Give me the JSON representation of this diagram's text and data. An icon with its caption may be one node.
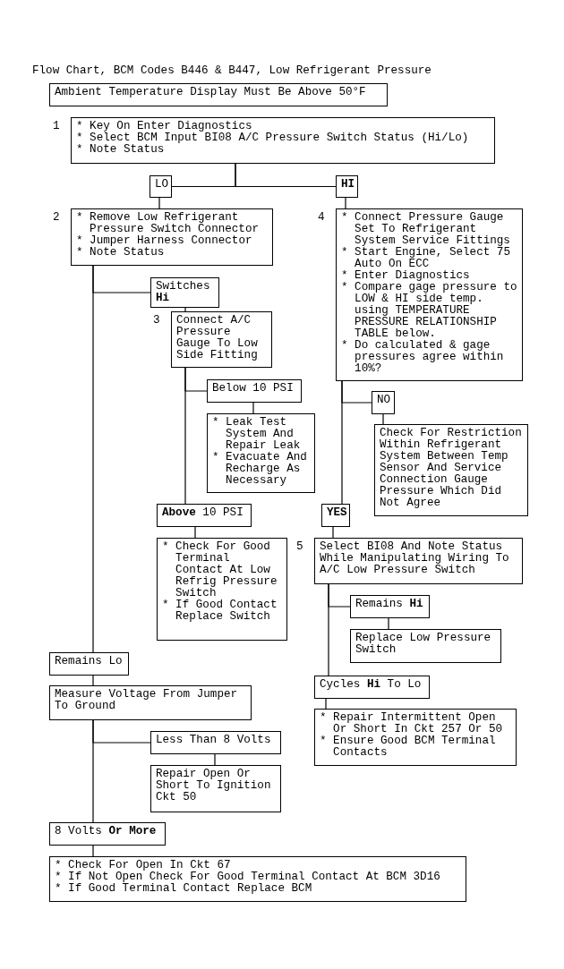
{
  "diagram": {
    "title": "Flow Chart, BCM Codes B446 & B447, Low Refrigerant Pressure",
    "nodes": [
      {
        "text": [
          "Ambient Temperature Display Must Be Above 50°F"
        ]
      },
      {
        "text": [
          "* Key On Enter Diagnostics",
          "* Select BCM Input BI08 A/C Pressure Switch Status (Hi/Lo)",
          "* Note Status"
        ],
        "beside": [
          "1"
        ]
      },
      {
        "text": [
          "LO"
        ]
      },
      {
        "text": [
          "HI"
        ]
      },
      {
        "text": [
          "* Remove Low Refrigerant Pressure Switch Connector",
          "* Jumper Harness Connector",
          "* Note Status"
        ],
        "beside": [
          "2"
        ]
      },
      {
        "text": [
          "Switches **Hi**"
        ]
      },
      {
        "text": [
          "Connect A/C Pressure Gauge To Low Side Fitting"
        ],
        "beside": [
          "3"
        ]
      },
      {
        "text": [
          "Below 10 PSI"
        ]
      },
      {
        "text": [
          "* Leak Test System And Repair Leak",
          "* Evacuate And Recharge As Necessary"
        ]
      },
      {
        "text": [
          "**Above** 10 PSI"
        ]
      },
      {
        "text": [
          "* Check For Good Terminal Contact At Low Refrig Pressure Switch",
          "* If Good Contact Replace Switch"
        ]
      },
      {
        "text": [
          "* Connect Pressure Gauge Set To Refrigerant System Service Fittings",
          "* Start Engine, Select 75 Auto On ECC",
          "* Enter Diagnostics",
          "* Compare gage pressure to LOW & HI side temp. using TEMPERATURE PRESSURE RELATIONSHIP TABLE below.",
          "* Do calculated & gage pressures agree within 10%?"
        ],
        "beside": [
          "4"
        ]
      },
      {
        "text": [
          "NO"
        ]
      },
      {
        "text": [
          "Check For Restriction Within Refrigerant System Between Temp Sensor And Service Connection Gauge Pressure Which Did Not Agree"
        ]
      },
      {
        "text": [
          "YES"
        ]
      },
      {
        "text": [
          "Select BI08 And Note Status While Manipulating Wiring To A/C Low Pressure Switch"
        ],
        "beside": [
          "5"
        ]
      },
      {
        "text": [
          "Remains **Hi**"
        ]
      },
      {
        "text": [
          "Replace Low Pressure Switch"
        ]
      },
      {
        "text": [
          "Cycles **Hi** To Lo"
        ]
      },
      {
        "text": [
          "* Repair Intermittent Open Or Short In Ckt 257 Or 50",
          "* Ensure Good BCM Terminal Contacts"
        ]
      },
      {
        "text": [
          "Remains Lo"
        ]
      },
      {
        "text": [
          "Measure Voltage From Jumper To Ground"
        ]
      },
      {
        "text": [
          "Less Than 8 Volts"
        ]
      },
      {
        "text": [
          "Repair Open Or Short To Ignition Ckt 50"
        ]
      },
      {
        "text": [
          "8 Volts **Or More**"
        ]
      },
      {
        "text": [
          "* Check For Open In Ckt 67",
          "* If Not Open Check For Good Terminal Contact At BCM 3D16",
          "* If Good Terminal Contact Replace BCM"
        ]
      }
    ],
    "edges": [
      {
        "from": 1,
        "to": 2,
        "arrow": "none"
      },
      {
        "from": 1,
        "to": 3,
        "arrow": "none"
      },
      {
        "from": 2,
        "to": 4,
        "arrow": "none"
      },
      {
        "from": 3,
        "to": 11,
        "arrow": "none"
      },
      {
        "from": 4,
        "to": 5,
        "arrow": "none"
      },
      {
        "from": 4,
        "to": 20,
        "arrow": "none"
      },
      {
        "from": 5,
        "to": 6,
        "arrow": "none"
      },
      {
        "from": 6,
        "to": 7,
        "arrow": "none"
      },
      {
        "from": 6,
        "to": 9,
        "arrow": "none"
      },
      {
        "from": 7,
        "to": 8,
        "arrow": "none"
      },
      {
        "from": 9,
        "to": 10,
        "arrow": "none"
      },
      {
        "from": 11,
        "to": 12,
        "arrow": "none"
      },
      {
        "from": 11,
        "to": 14,
        "arrow": "none"
      },
      {
        "from": 12,
        "to": 13,
        "arrow": "none"
      },
      {
        "from": 14,
        "to": 15,
        "arrow": "none"
      },
      {
        "from": 15,
        "to": 16,
        "arrow": "none"
      },
      {
        "from": 15,
        "to": 18,
        "arrow": "none"
      },
      {
        "from": 16,
        "to": 17,
        "arrow": "none"
      },
      {
        "from": 18,
        "to": 19,
        "arrow": "none"
      },
      {
        "from": 20,
        "to": 21,
        "arrow": "none"
      },
      {
        "from": 21,
        "to": 22,
        "arrow": "none"
      },
      {
        "from": 21,
        "to": 24,
        "arrow": "none"
      },
      {
        "from": 22,
        "to": 23,
        "arrow": "none"
      },
      {
        "from": 24,
        "to": 25,
        "arrow": "none"
      }
    ]
  }
}
